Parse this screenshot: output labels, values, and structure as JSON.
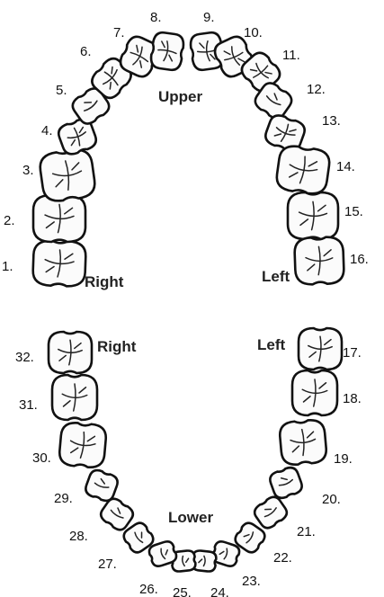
{
  "upper_arch": {
    "label": "Upper",
    "right_label": "Right",
    "left_label": "Left",
    "teeth": [
      {
        "number": "1."
      },
      {
        "number": "2."
      },
      {
        "number": "3."
      },
      {
        "number": "4."
      },
      {
        "number": "5."
      },
      {
        "number": "6."
      },
      {
        "number": "7."
      },
      {
        "number": "8."
      },
      {
        "number": "9."
      },
      {
        "number": "10."
      },
      {
        "number": "11."
      },
      {
        "number": "12."
      },
      {
        "number": "13."
      },
      {
        "number": "14."
      },
      {
        "number": "15."
      },
      {
        "number": "16."
      }
    ]
  },
  "lower_arch": {
    "label": "Lower",
    "right_label": "Right",
    "left_label": "Left",
    "teeth": [
      {
        "number": "17."
      },
      {
        "number": "18."
      },
      {
        "number": "19."
      },
      {
        "number": "20."
      },
      {
        "number": "21."
      },
      {
        "number": "22."
      },
      {
        "number": "23."
      },
      {
        "number": "24."
      },
      {
        "number": "25."
      },
      {
        "number": "26."
      },
      {
        "number": "27."
      },
      {
        "number": "28."
      },
      {
        "number": "29."
      },
      {
        "number": "30."
      },
      {
        "number": "31."
      },
      {
        "number": "32."
      }
    ]
  }
}
